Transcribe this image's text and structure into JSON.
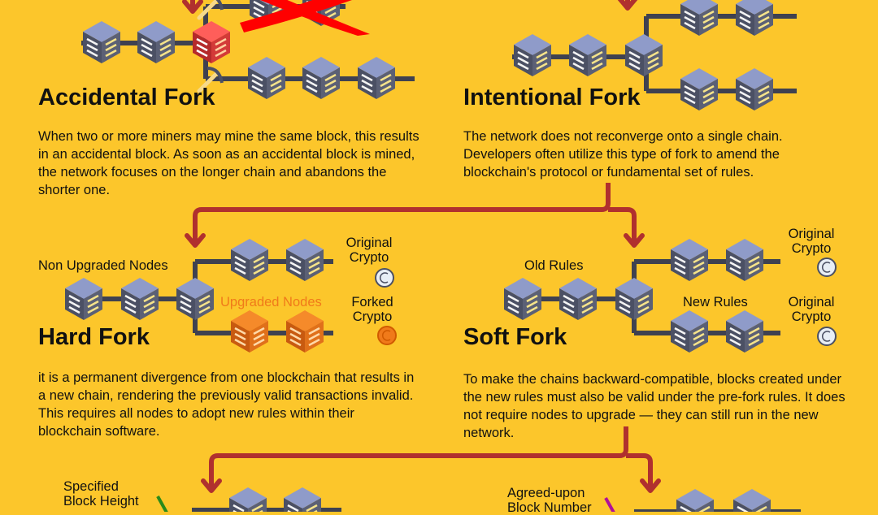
{
  "colors": {
    "background": "#FCC62B",
    "arrow": "#B0302E",
    "block_top": "#8F9BC9",
    "block_side": "#4B5064",
    "accidental_block": "#E0393A",
    "upgraded_block": "#F07A1A",
    "line": "#3F4150"
  },
  "accidental": {
    "title": "Accidental Fork",
    "text": "When two or more miners may mine the same block, this results in an accidental block. As soon as an accidental block is mined, the network focuses on the longer chain and abandons the shorter one."
  },
  "intentional": {
    "title": "Intentional Fork",
    "text": "The network does not reconverge onto a single chain. Developers often utilize this type of fork to amend the blockchain's protocol or fundamental set of rules."
  },
  "hard": {
    "title": "Hard Fork",
    "text": "it is a permanent divergence from one blockchain that results in a new chain, rendering the previously valid transactions invalid. This requires all nodes to adopt new rules within their blockchain software.",
    "non_upgraded_label": "Non Upgraded Nodes",
    "upgraded_label": "Upgraded Nodes",
    "original_label": "Original Crypto",
    "forked_label": "Forked Crypto"
  },
  "soft": {
    "title": "Soft Fork",
    "text": "To make the chains backward-compatible, blocks created under the new rules must also be valid under the pre-fork rules. It does not require nodes to upgrade — they can still run in the new network.",
    "old_rules_label": "Old Rules",
    "new_rules_label": "New Rules",
    "original_label_1": "Original Crypto",
    "original_label_2": "Original Crypto"
  },
  "bottom": {
    "left_label": "Specified Block Height",
    "right_label": "Agreed-upon Block Number"
  }
}
